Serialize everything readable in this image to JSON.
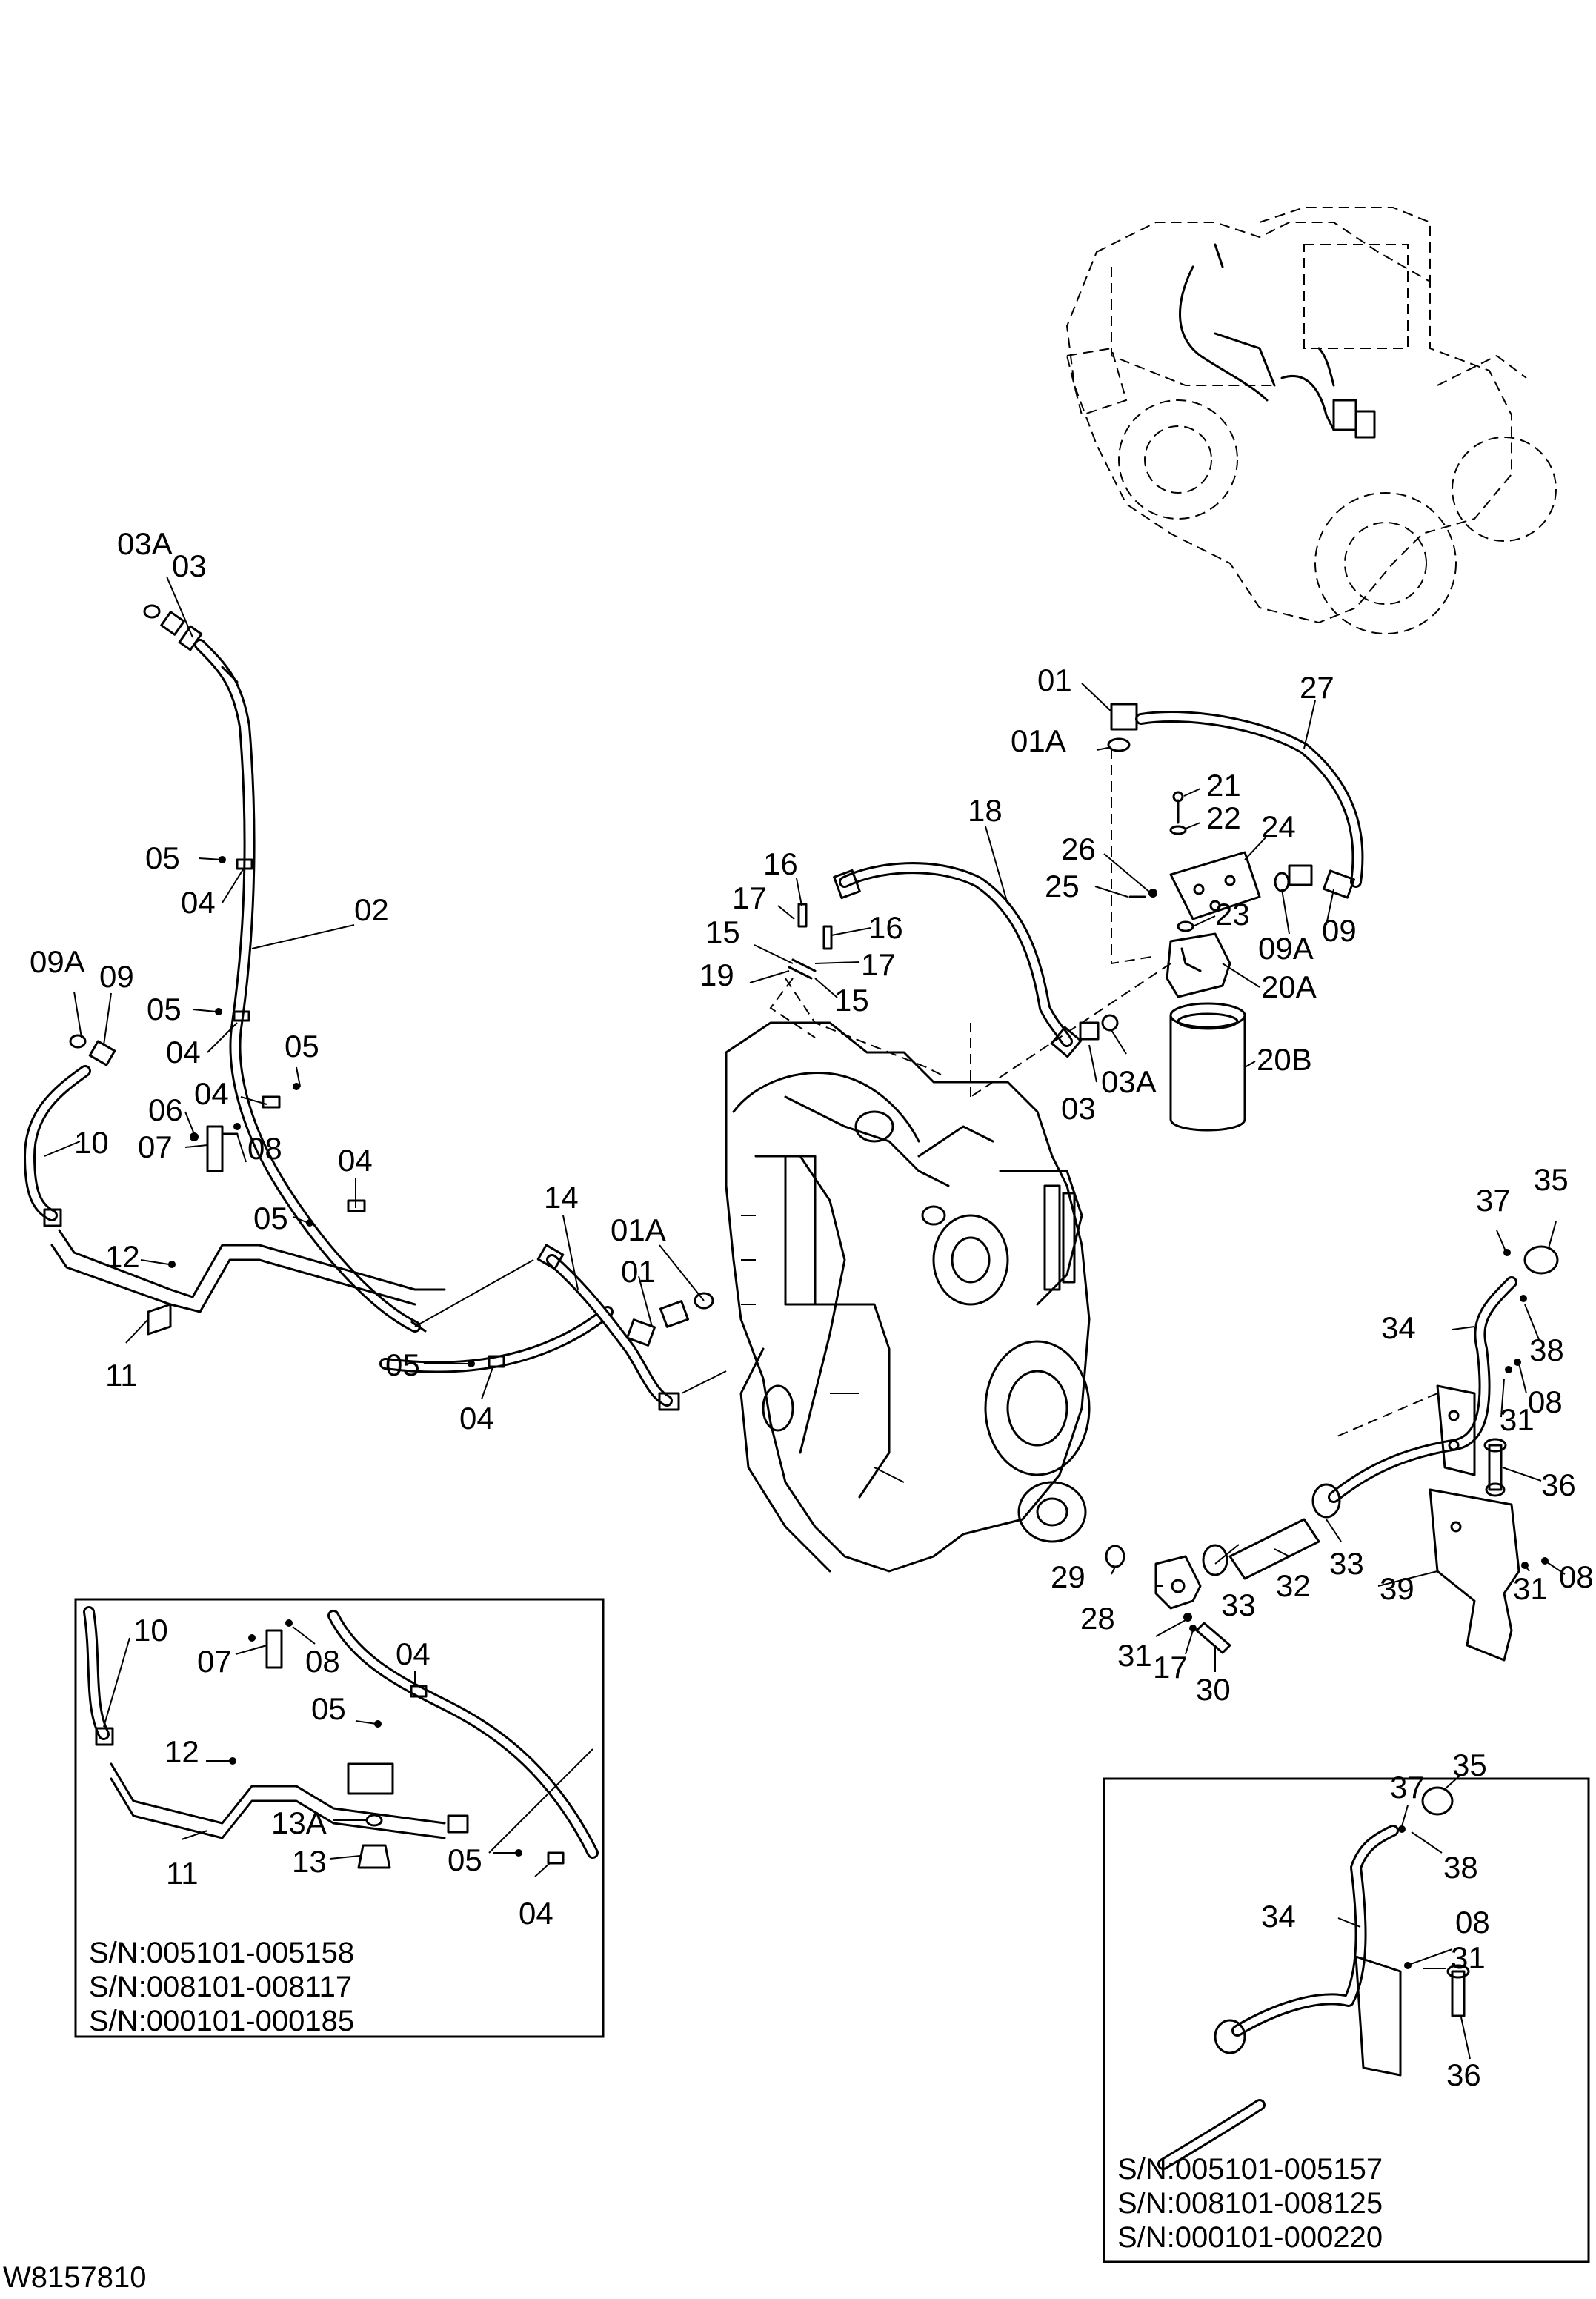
{
  "drawing_code": "W8157810",
  "inset_left_serials": [
    "S/N:005101-005158",
    "S/N:008101-008117",
    "S/N:000101-000185"
  ],
  "inset_right_serials": [
    "S/N:005101-005157",
    "S/N:008101-008125",
    "S/N:000101-000220"
  ],
  "callouts": {
    "c03A_a": "03A",
    "c03_a": "03",
    "c05_a": "05",
    "c04_a": "04",
    "c02": "02",
    "c09A_a": "09A",
    "c09_a": "09",
    "c05_b": "05",
    "c04_b": "04",
    "c05_c": "05",
    "c04_c": "04",
    "c06": "06",
    "c07": "07",
    "c08_a": "08",
    "c10": "10",
    "c04_d": "04",
    "c05_d": "05",
    "c12": "12",
    "c11": "11",
    "c05_e": "05",
    "c04_e": "04",
    "c14": "14",
    "c01A_a": "01A",
    "c01_a": "01",
    "c16_a": "16",
    "c17_a": "17",
    "c16_b": "16",
    "c15_a": "15",
    "c17_b": "17",
    "c19": "19",
    "c15_b": "15",
    "c18": "18",
    "c01_b": "01",
    "c01A_b": "01A",
    "c27": "27",
    "c21": "21",
    "c22": "22",
    "c26": "26",
    "c24": "24",
    "c25": "25",
    "c09_b": "09",
    "c23": "23",
    "c09A_b": "09A",
    "c20A": "20A",
    "c20B": "20B",
    "c03_b": "03",
    "c03A_b": "03A",
    "c37_a": "37",
    "c35_a": "35",
    "c34_a": "34",
    "c38_a": "38",
    "c08_b": "08",
    "c31_a": "31",
    "c36_a": "36",
    "c33_a": "33",
    "c32": "32",
    "c33_b": "33",
    "c39": "39",
    "c31_b": "31",
    "c08_c": "08",
    "c29": "29",
    "c28": "28",
    "c31_c": "31",
    "c17_c": "17",
    "c30": "30",
    "i10": "10",
    "i07": "07",
    "i08": "08",
    "i04_a": "04",
    "i05_a": "05",
    "i12": "12",
    "i13A": "13A",
    "i13": "13",
    "i11": "11",
    "i05_b": "05",
    "i04_b": "04",
    "r37": "37",
    "r35": "35",
    "r38": "38",
    "r34": "34",
    "r08": "08",
    "r31": "31",
    "r36": "36"
  }
}
